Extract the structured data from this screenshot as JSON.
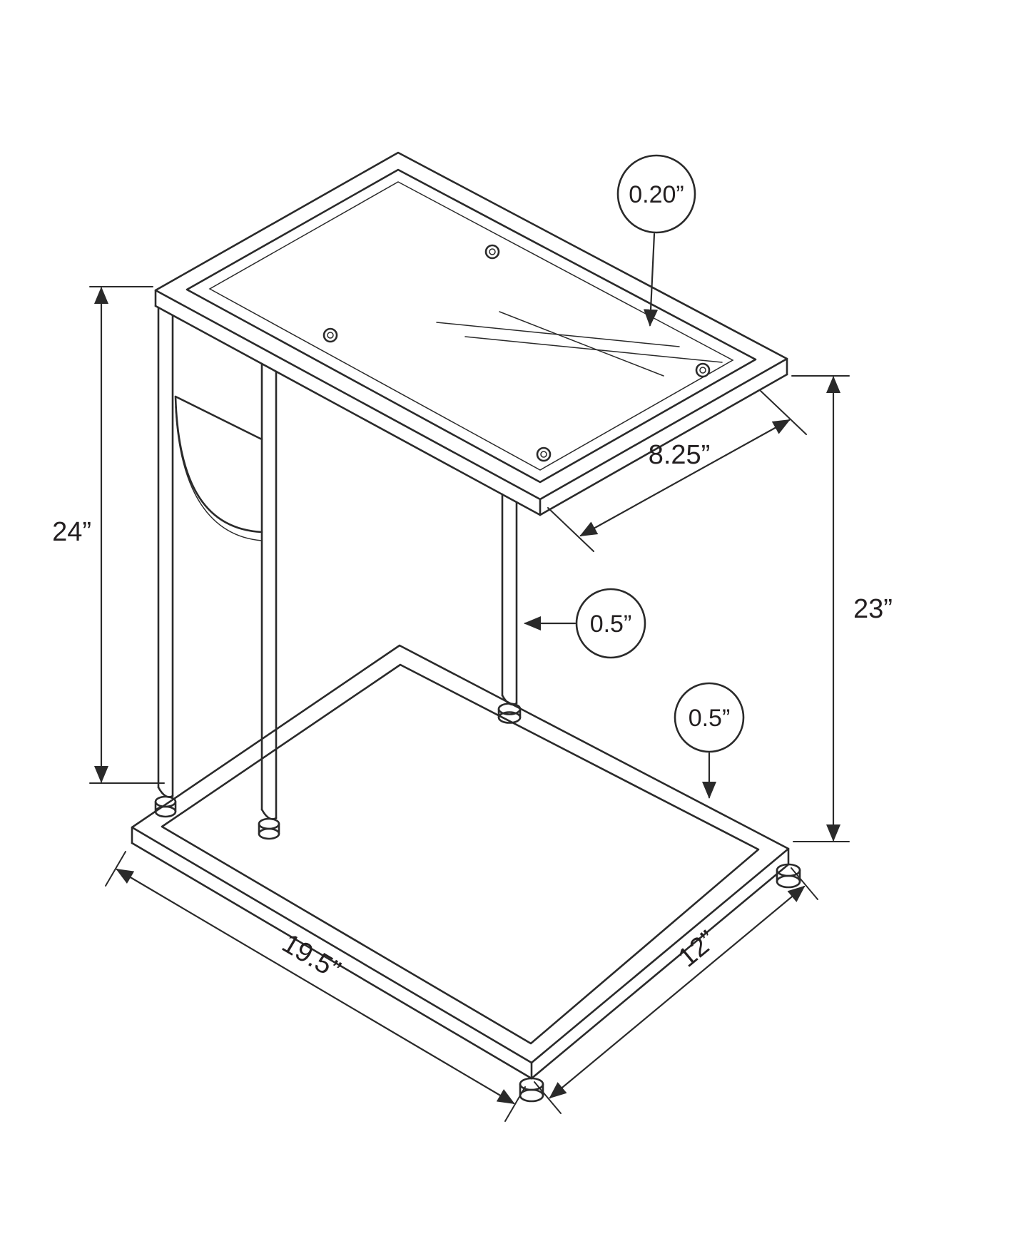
{
  "diagram": {
    "type": "isometric-furniture-dimension-drawing",
    "subject": "c-shaped-accent-table-with-glass-top",
    "line_color": "#2a2a2a",
    "background_color": "#ffffff",
    "dimensions": {
      "glass_thickness": "0.20”",
      "frame_height_left": "24”",
      "top_overhang_depth": "8.25”",
      "height_right": "23”",
      "leg_diameter": "0.5”",
      "base_tube_diameter": "0.5”",
      "base_length": "19.5”",
      "base_depth": "12”"
    }
  }
}
